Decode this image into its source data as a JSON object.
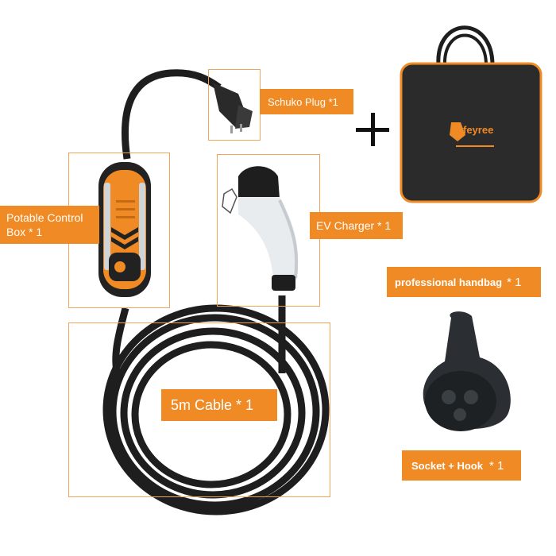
{
  "labels": {
    "schuko": "Schuko Plug *1",
    "control_line1": "Potable Control",
    "control_line2": "Box * 1",
    "ev_charger": "EV Charger * 1",
    "cable": "5m Cable * 1",
    "handbag": "professional handbag",
    "handbag_qty": "* 1",
    "socket": "Socket + Hook",
    "socket_qty": "* 1"
  },
  "brand": "feyree",
  "colors": {
    "accent_orange": "#f08a24",
    "frame_orange": "#f2a55a",
    "cable_black": "#1e1e1e"
  },
  "icons": [
    "plus-icon",
    "brand-logo-icon"
  ]
}
